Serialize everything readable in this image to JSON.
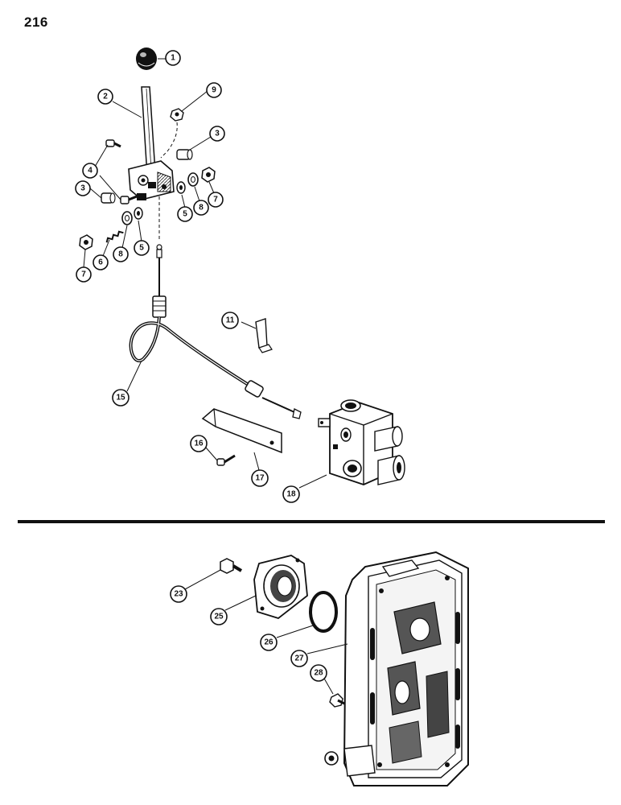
{
  "page": {
    "number": "216"
  },
  "callouts": {
    "c1": "1",
    "c2": "2",
    "c9": "9",
    "c3a": "3",
    "c3b": "3",
    "c4": "4",
    "c5a": "5",
    "c5b": "5",
    "c6": "6",
    "c7a": "7",
    "c7b": "7",
    "c8a": "8",
    "c8b": "8",
    "c11": "11",
    "c15": "15",
    "c16": "16",
    "c17": "17",
    "c18": "18",
    "c23": "23",
    "c25": "25",
    "c26": "26",
    "c27": "27",
    "c28": "28"
  },
  "colors": {
    "ink": "#111111",
    "paper": "#ffffff",
    "shade": "#555555"
  }
}
